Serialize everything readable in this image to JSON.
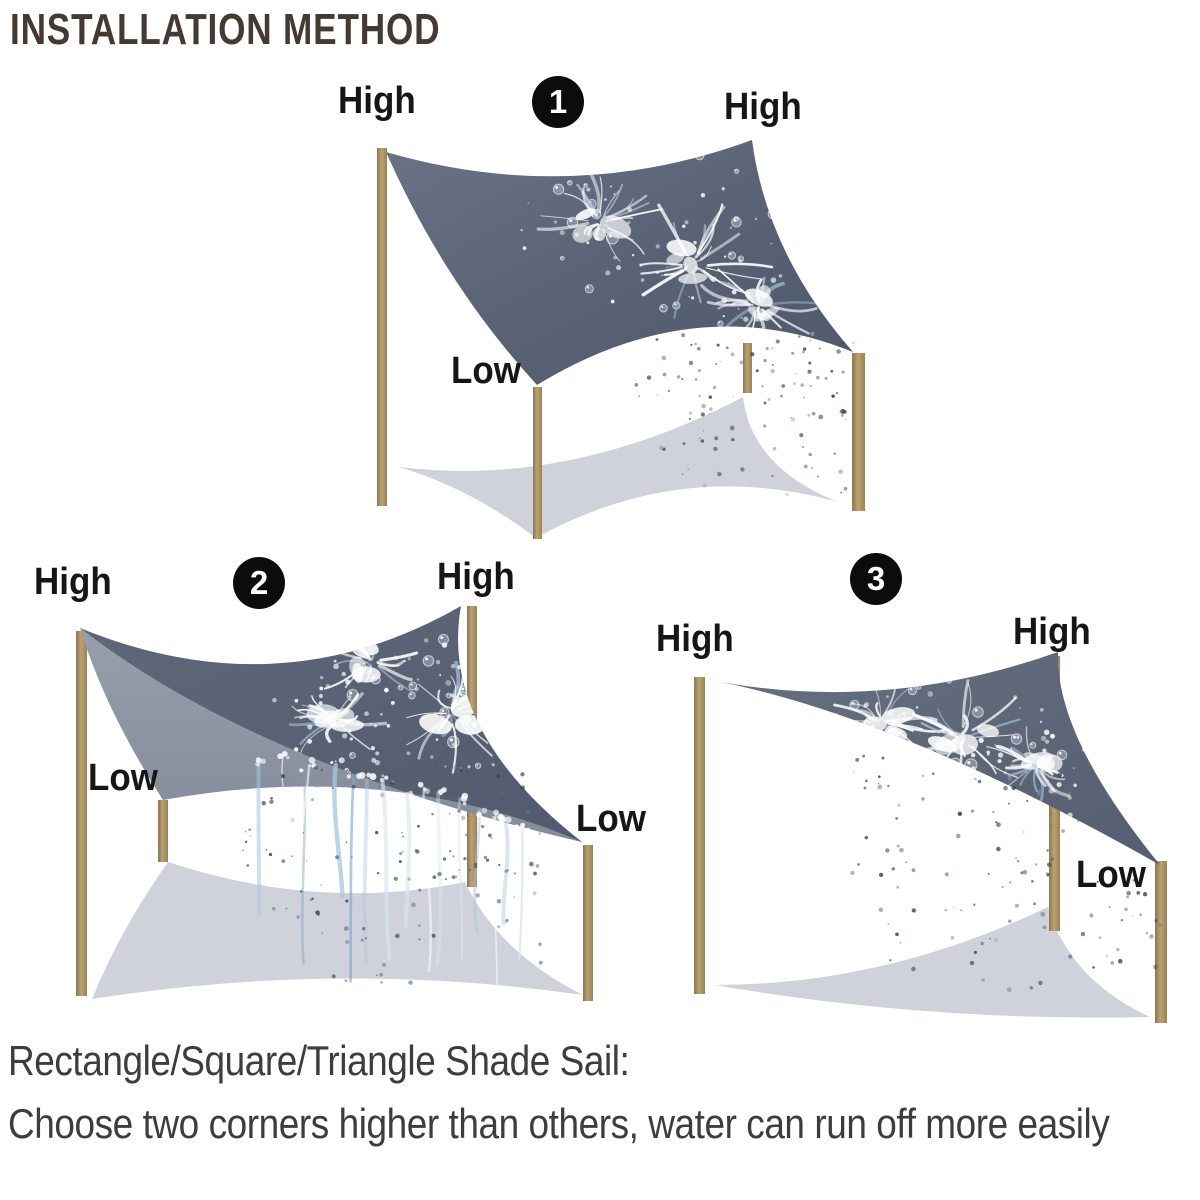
{
  "title": "INSTALLATION METHOD",
  "diagrams": [
    {
      "step": "1",
      "shape": "rectangle-two-high-front-low",
      "labels": {
        "top_left": "High",
        "top_right": "High",
        "bottom": "Low"
      }
    },
    {
      "step": "2",
      "shape": "square-twisted-two-high-two-low",
      "labels": {
        "top_left": "High",
        "top_right": "High",
        "left": "Low",
        "right": "Low"
      }
    },
    {
      "step": "3",
      "shape": "triangle-two-high-one-low",
      "labels": {
        "top_left": "High",
        "top_right": "High",
        "right": "Low"
      }
    }
  ],
  "caption": {
    "line1": "Rectangle/Square/Triangle Shade Sail:",
    "line2": "Choose two corners higher than others, water can run off more easily"
  },
  "colors": {
    "sail": "#5a6376",
    "sail_light_panel": "#8d95a4",
    "shadow": "#cfd2db",
    "pole": "#b59a6e",
    "pole_edge": "#8d7450",
    "water": "#a9c6de",
    "badge_bg": "#0c0c0c",
    "badge_text": "#ffffff",
    "label_text": "#161616",
    "title_text": "#443a33",
    "caption_text": "#3d3d3d"
  }
}
